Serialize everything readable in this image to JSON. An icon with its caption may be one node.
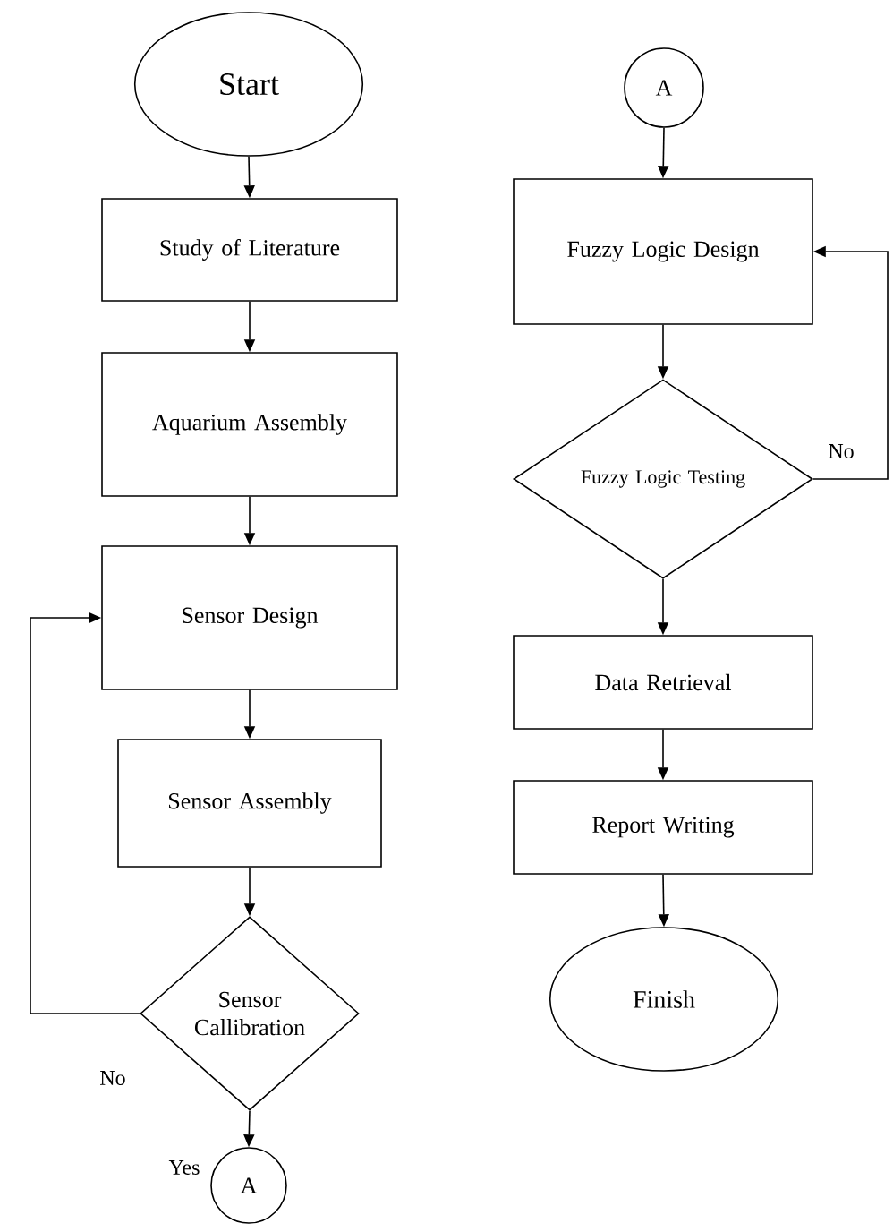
{
  "diagram": {
    "nodes": [
      {
        "text": [
          "Start"
        ]
      },
      {
        "text": [
          "Study of Literature"
        ]
      },
      {
        "text": [
          "Aquarium Assembly"
        ]
      },
      {
        "text": [
          "Sensor Design"
        ]
      },
      {
        "text": [
          "Sensor Assembly"
        ]
      },
      {
        "text": [
          "Sensor Callibration"
        ]
      },
      {
        "text": [
          "A"
        ]
      },
      {
        "text": [
          "A"
        ]
      },
      {
        "text": [
          "Fuzzy Logic Design"
        ]
      },
      {
        "text": [
          "Fuzzy Logic Testing"
        ]
      },
      {
        "text": [
          "Data Retrieval"
        ]
      },
      {
        "text": [
          "Report Writing"
        ]
      },
      {
        "text": [
          "Finish"
        ]
      }
    ],
    "edges": [
      {
        "from": 0,
        "to": 1,
        "arrow": "to"
      },
      {
        "from": 1,
        "to": 2,
        "arrow": "to"
      },
      {
        "from": 2,
        "to": 3,
        "arrow": "to"
      },
      {
        "from": 3,
        "to": 4,
        "arrow": "to"
      },
      {
        "from": 4,
        "to": 5,
        "arrow": "to"
      },
      {
        "from": 5,
        "to": 3,
        "arrow": "to",
        "label": "No"
      },
      {
        "from": 5,
        "to": 6,
        "arrow": "to",
        "label": "Yes"
      },
      {
        "from": 7,
        "to": 8,
        "arrow": "to"
      },
      {
        "from": 8,
        "to": 9,
        "arrow": "to"
      },
      {
        "from": 9,
        "to": 8,
        "arrow": "to",
        "label": "No"
      },
      {
        "from": 9,
        "to": 10,
        "arrow": "to"
      },
      {
        "from": 10,
        "to": 11,
        "arrow": "to"
      },
      {
        "from": 11,
        "to": 12,
        "arrow": "to"
      }
    ]
  }
}
